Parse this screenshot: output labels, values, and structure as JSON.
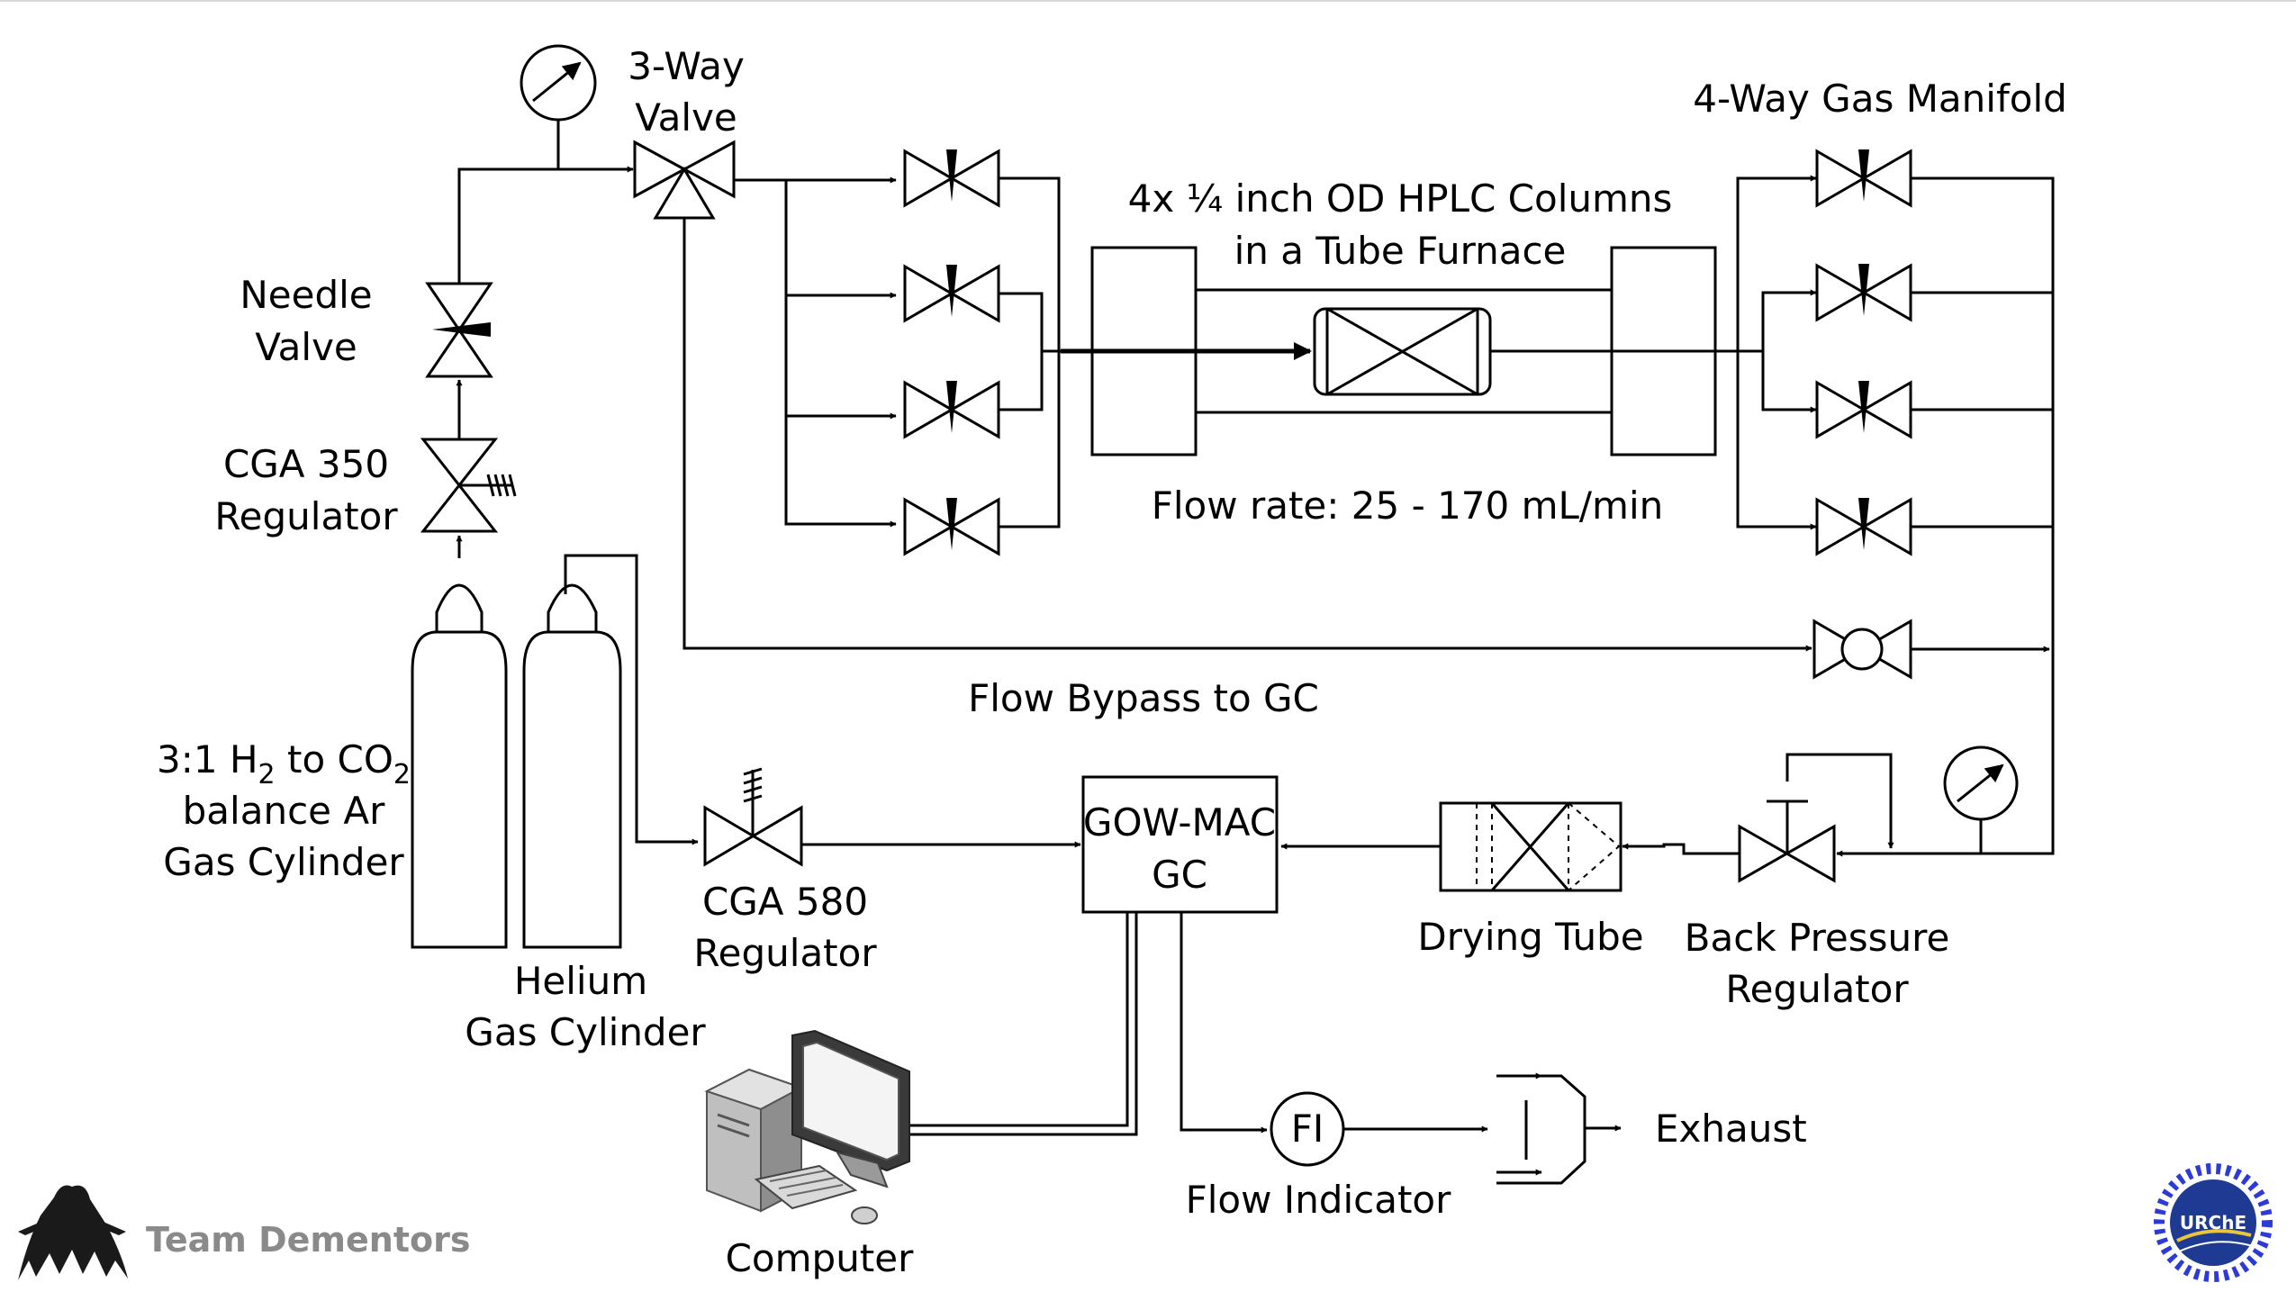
{
  "labels": {
    "three_way_valve": [
      "3-Way",
      "Valve"
    ],
    "needle_valve": [
      "Needle",
      "Valve"
    ],
    "cga350": [
      "CGA 350",
      "Regulator"
    ],
    "gas_cylinder": [
      "balance Ar",
      "Gas Cylinder"
    ],
    "gas_mix": {
      "p1": "3:1 H",
      "s1": "2",
      "p2": " to CO",
      "s2": "2"
    },
    "helium": [
      "Helium",
      "Gas Cylinder"
    ],
    "columns": [
      "4x ¼ inch OD HPLC Columns",
      "in a Tube Furnace"
    ],
    "flow_rate": "Flow rate: 25 - 170 mL/min",
    "manifold": "4-Way Gas Manifold",
    "bypass": "Flow Bypass to GC",
    "cga580": [
      "CGA 580",
      "Regulator"
    ],
    "gc": [
      "GOW-MAC",
      "GC"
    ],
    "drying_tube": "Drying Tube",
    "bpr": [
      "Back Pressure",
      "Regulator"
    ],
    "fi_symbol": "FI",
    "flow_indicator": "Flow Indicator",
    "exhaust": "Exhaust",
    "computer": "Computer",
    "team": "Team Dementors",
    "logo": "URChE"
  },
  "colors": {
    "line": "#000000",
    "team_text": "#8a8a8a",
    "logo_blue": "#1f3a93",
    "logo_ring": "#2d3ad6",
    "logo_accent": "#e8c53a"
  }
}
